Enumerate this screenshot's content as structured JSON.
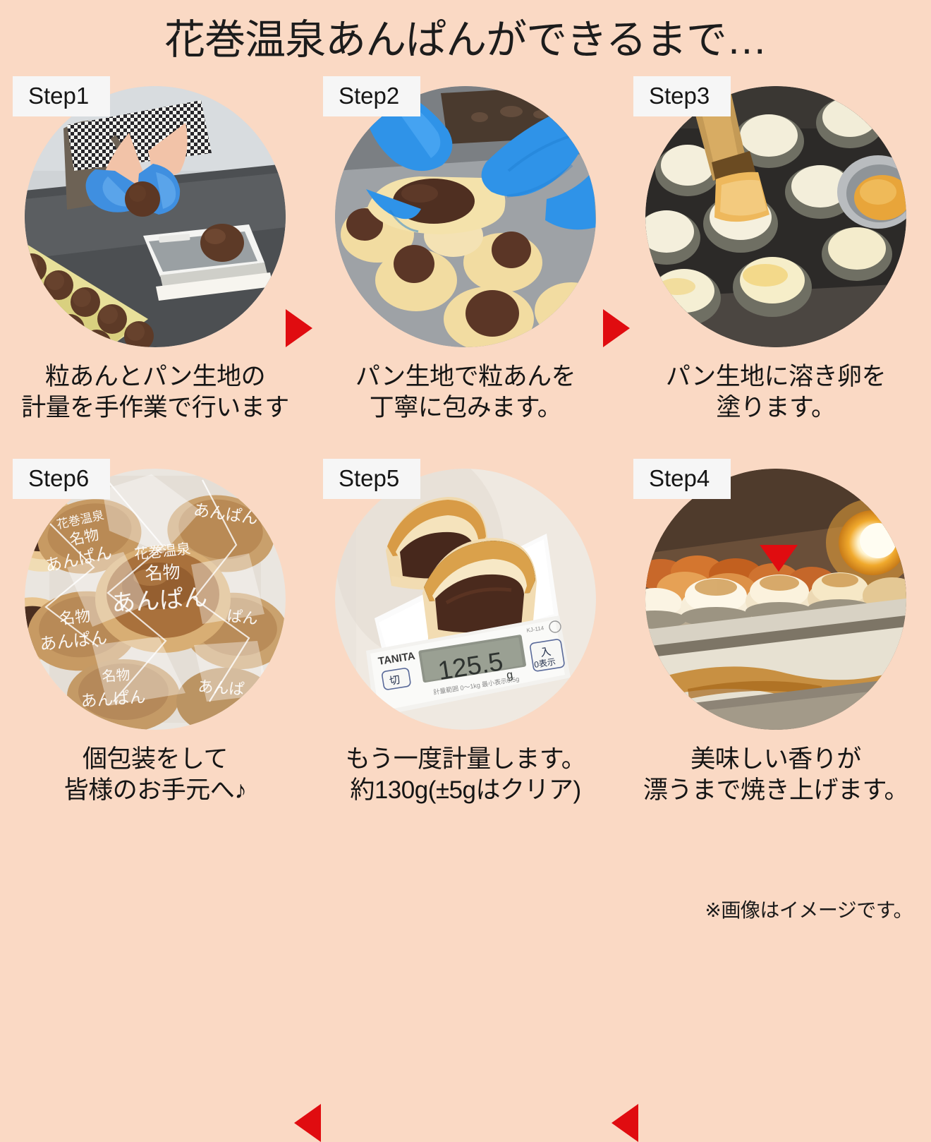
{
  "title": "花巻温泉あんぱんができるまで…",
  "colors": {
    "background": "#fad9c4",
    "arrow": "#e00c10",
    "badge_background": "#f6f6f6",
    "text": "#151515"
  },
  "footer": {
    "note": "※画像はイメージです。"
  },
  "steps": [
    {
      "badge": "Step1",
      "caption_line1": "粒あんとパン生地の",
      "caption_line2": "計量を手作業で行います",
      "photo_alt": "青い手袋をした手が粒あんの玉を計量している",
      "photo_key": "step1"
    },
    {
      "badge": "Step2",
      "caption_line1": "パン生地で粒あんを",
      "caption_line2": "丁寧に包みます。",
      "photo_alt": "青い手袋の手がパン生地で粒あんを包んでいる",
      "photo_key": "step2"
    },
    {
      "badge": "Step3",
      "caption_line1": "パン生地に溶き卵を",
      "caption_line2": "塗ります。",
      "photo_alt": "刷毛で溶き卵をパン生地に塗っている",
      "photo_key": "step3"
    },
    {
      "badge": "Step6",
      "caption_line1": "個包装をして",
      "caption_line2": "皆様のお手元へ♪",
      "photo_alt": "個包装された花巻温泉名物あんぱん",
      "photo_key": "step6",
      "package_text_line1": "花巻温泉",
      "package_text_line2": "名物",
      "package_text_line3": "あんぱん"
    },
    {
      "badge": "Step5",
      "caption_line1": "もう一度計量します。",
      "caption_line2": "約130g(±5gはクリア)",
      "photo_alt": "はかりに乗せた断面のあんぱん",
      "photo_key": "step5",
      "scale": {
        "brand": "TANITA",
        "display_value": "125.5",
        "display_unit": "g",
        "model": "KJ-114",
        "left_button": "切",
        "right_button_top": "入",
        "right_button_bottom": "0表示",
        "range_note": "計量範囲 0～1kg  最小表示0.5g"
      }
    },
    {
      "badge": "Step4",
      "caption_line1": "美味しい香りが",
      "caption_line2": "漂うまで焼き上げます。",
      "photo_alt": "オーブンでパンを焼き上げている",
      "photo_key": "step4"
    }
  ],
  "arrows": [
    {
      "name": "arrow-step1-to-step2",
      "direction": "right"
    },
    {
      "name": "arrow-step2-to-step3",
      "direction": "right"
    },
    {
      "name": "arrow-step3-to-step4",
      "direction": "down"
    },
    {
      "name": "arrow-step5-to-step6",
      "direction": "left"
    },
    {
      "name": "arrow-step4-to-step5",
      "direction": "left"
    }
  ]
}
